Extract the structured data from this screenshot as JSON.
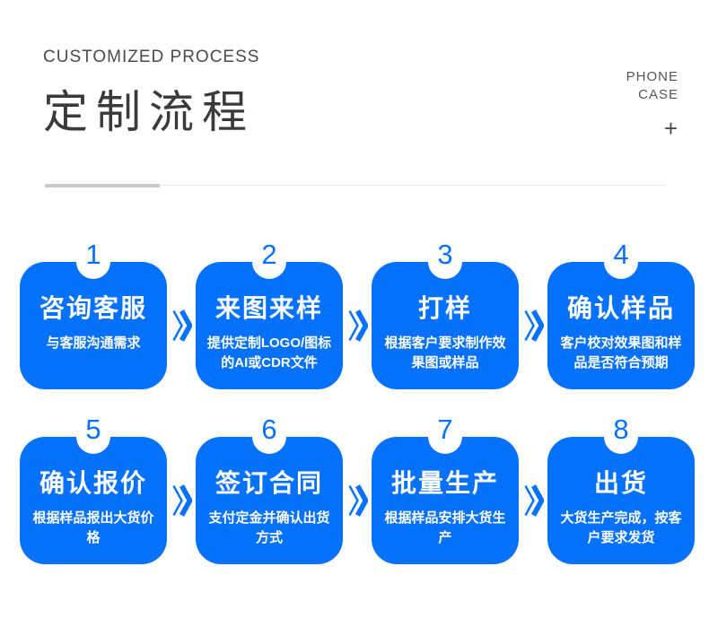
{
  "colors": {
    "accent": "#0671fc",
    "eyebrow_text": "#4b4b4b",
    "main_title_text": "#3a3a3a",
    "divider_dark": "#c9c9c9",
    "divider_light": "#e8e8e8"
  },
  "header": {
    "eyebrow": "CUSTOMIZED PROCESS",
    "title": "定制流程",
    "corner_line1": "PHONE",
    "corner_line2": "CASE",
    "corner_plus": "+"
  },
  "steps": [
    {
      "num": "1",
      "title": "咨询客服",
      "desc": "与客服沟通需求"
    },
    {
      "num": "2",
      "title": "来图来样",
      "desc": "提供定制LOGO/图标的AI或CDR文件"
    },
    {
      "num": "3",
      "title": "打样",
      "desc": "根据客户要求制作效果图或样品"
    },
    {
      "num": "4",
      "title": "确认样品",
      "desc": "客户校对效果图和样品是否符合预期"
    },
    {
      "num": "5",
      "title": "确认报价",
      "desc": "根据样品报出大货价格"
    },
    {
      "num": "6",
      "title": "签订合同",
      "desc": "支付定金并确认出货方式"
    },
    {
      "num": "7",
      "title": "批量生产",
      "desc": "根据样品安排大货生产"
    },
    {
      "num": "8",
      "title": "出货",
      "desc": "大货生产完成，按客户要求发货"
    }
  ]
}
